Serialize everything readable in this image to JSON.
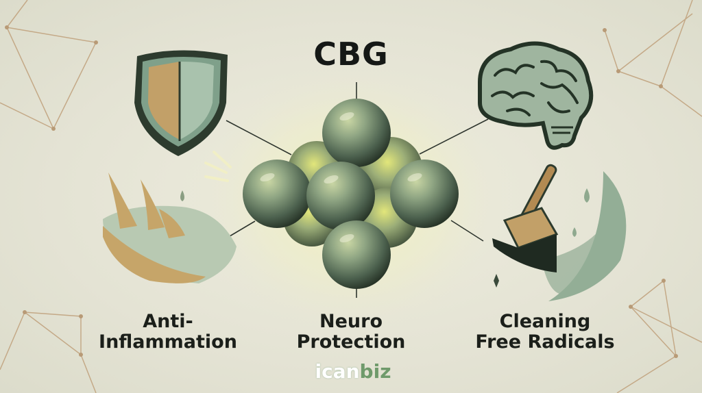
{
  "title": "CBG",
  "labels": {
    "left_line1": "Anti-",
    "left_line2": "Inflammation",
    "mid_line1": "Neuro",
    "mid_line2": "Protection",
    "right_line1": "Cleaning",
    "right_line2": "Free Radicals"
  },
  "logo": {
    "part1": "ican",
    "part2": "biz"
  },
  "icons": [
    "shield-icon",
    "brain-icon",
    "inflammation-wave-icon",
    "broom-icon",
    "molecule-icon"
  ],
  "colors": {
    "sage": "#8aa88a",
    "dark_green": "#2f4030",
    "tan": "#c2a068",
    "background": "#e6e5d7"
  }
}
